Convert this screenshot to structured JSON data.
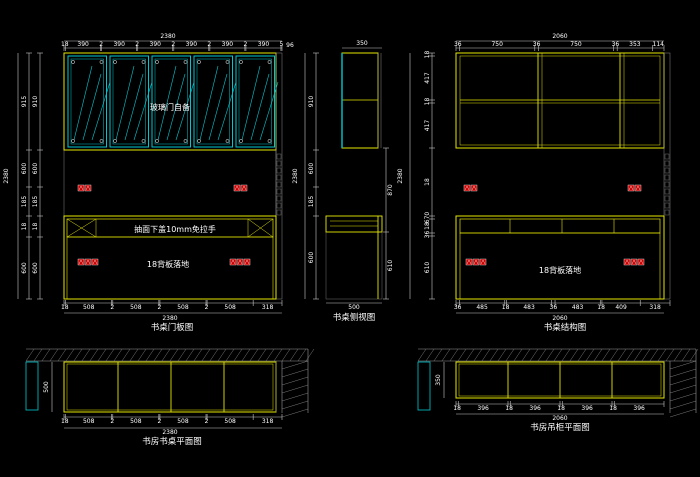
{
  "colors": {
    "background": "#000000",
    "carcass": "#e6e600",
    "glass": "#00c8d2",
    "dimension": "#ffffff",
    "dim_line": "#c8c8c8",
    "outlet_fill": "#c80000",
    "outlet_stroke": "#ffffff",
    "hatch": "#9a9a9a"
  },
  "views": {
    "front_door": {
      "title": "书桌门板图",
      "top_total": "2380",
      "top_dims": [
        "18",
        "390",
        "2",
        "390",
        "2",
        "390",
        "2",
        "390",
        "2",
        "390",
        "2",
        "390",
        "5"
      ],
      "top_dims_tail": "96",
      "bottom_total": "2380",
      "bottom_dims": [
        "18",
        "508",
        "2",
        "508",
        "2",
        "508",
        "2",
        "508",
        "318"
      ],
      "left_outer_total": "2380",
      "left_outer": [
        "915",
        "600",
        "185",
        "18",
        "600"
      ],
      "left_inner": [
        "910",
        "600",
        "185",
        "18",
        "600"
      ],
      "label_glass": "玻璃门自备",
      "label_drawer": "抽面下盖10mm免拉手",
      "label_back": "18背板落地"
    },
    "side": {
      "title": "书桌侧视图",
      "top_dim": "350",
      "bottom_dim": "500",
      "left_outer_total": "2380",
      "left_outer": [
        "910",
        "600",
        "185",
        "600"
      ],
      "right_dims": [
        "870",
        "610"
      ]
    },
    "structure": {
      "title": "书桌结构图",
      "top_total": "2060",
      "top_dims": [
        "36",
        "750",
        "36",
        "750",
        "36",
        "353",
        "114"
      ],
      "bottom_total": "2060",
      "bottom_dims": [
        "36",
        "485",
        "18",
        "483",
        "36",
        "483",
        "18",
        "409",
        "318"
      ],
      "left_outer_total": "2380",
      "left_outer": [
        "18",
        "417",
        "18",
        "417",
        "18",
        "670",
        "18",
        "36",
        "610"
      ],
      "label_back": "18背板落地"
    },
    "plan_desk": {
      "title": "书房书桌平面图",
      "left_dim": "500",
      "bottom_total": "2380",
      "bottom_dims": [
        "18",
        "508",
        "2",
        "508",
        "2",
        "508",
        "2",
        "508",
        "318"
      ]
    },
    "plan_cabinet": {
      "title": "书房吊柜平面图",
      "left_dim": "350",
      "bottom_total": "2060",
      "bottom_dims": [
        "18",
        "396",
        "18",
        "396",
        "18",
        "396",
        "18",
        "396"
      ]
    }
  }
}
